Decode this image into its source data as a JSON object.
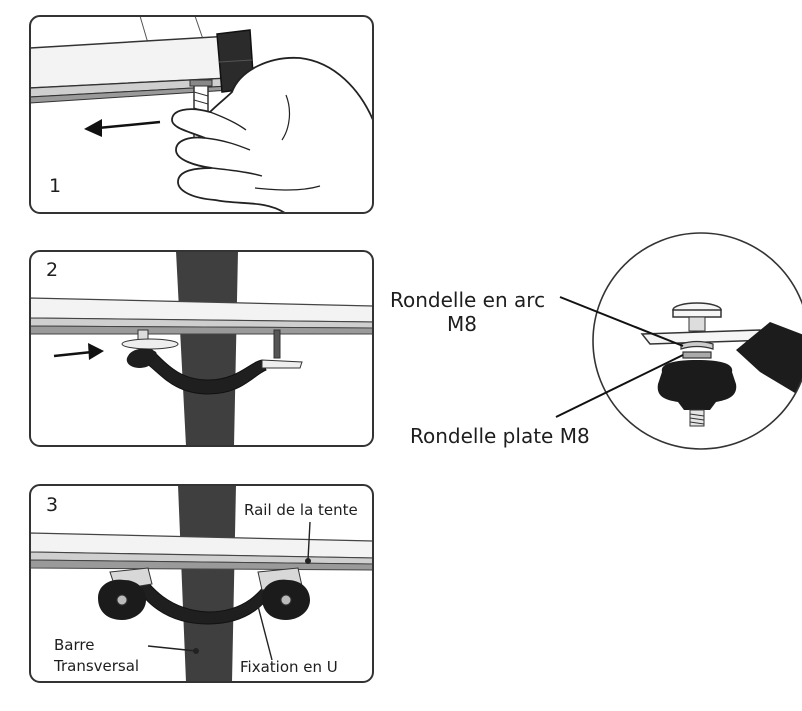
{
  "panels": [
    {
      "number": "1"
    },
    {
      "number": "2"
    },
    {
      "number": "3"
    }
  ],
  "detail": {
    "curved_washer_line1": "Rondelle en arc",
    "curved_washer_line2": "M8",
    "flat_washer": "Rondelle plate M8"
  },
  "panel3": {
    "tent_rail": "Rail de la tente",
    "cross_bar_line1": "Barre",
    "cross_bar_line2": "Transversal",
    "u_clamp": "Fixation en U"
  }
}
